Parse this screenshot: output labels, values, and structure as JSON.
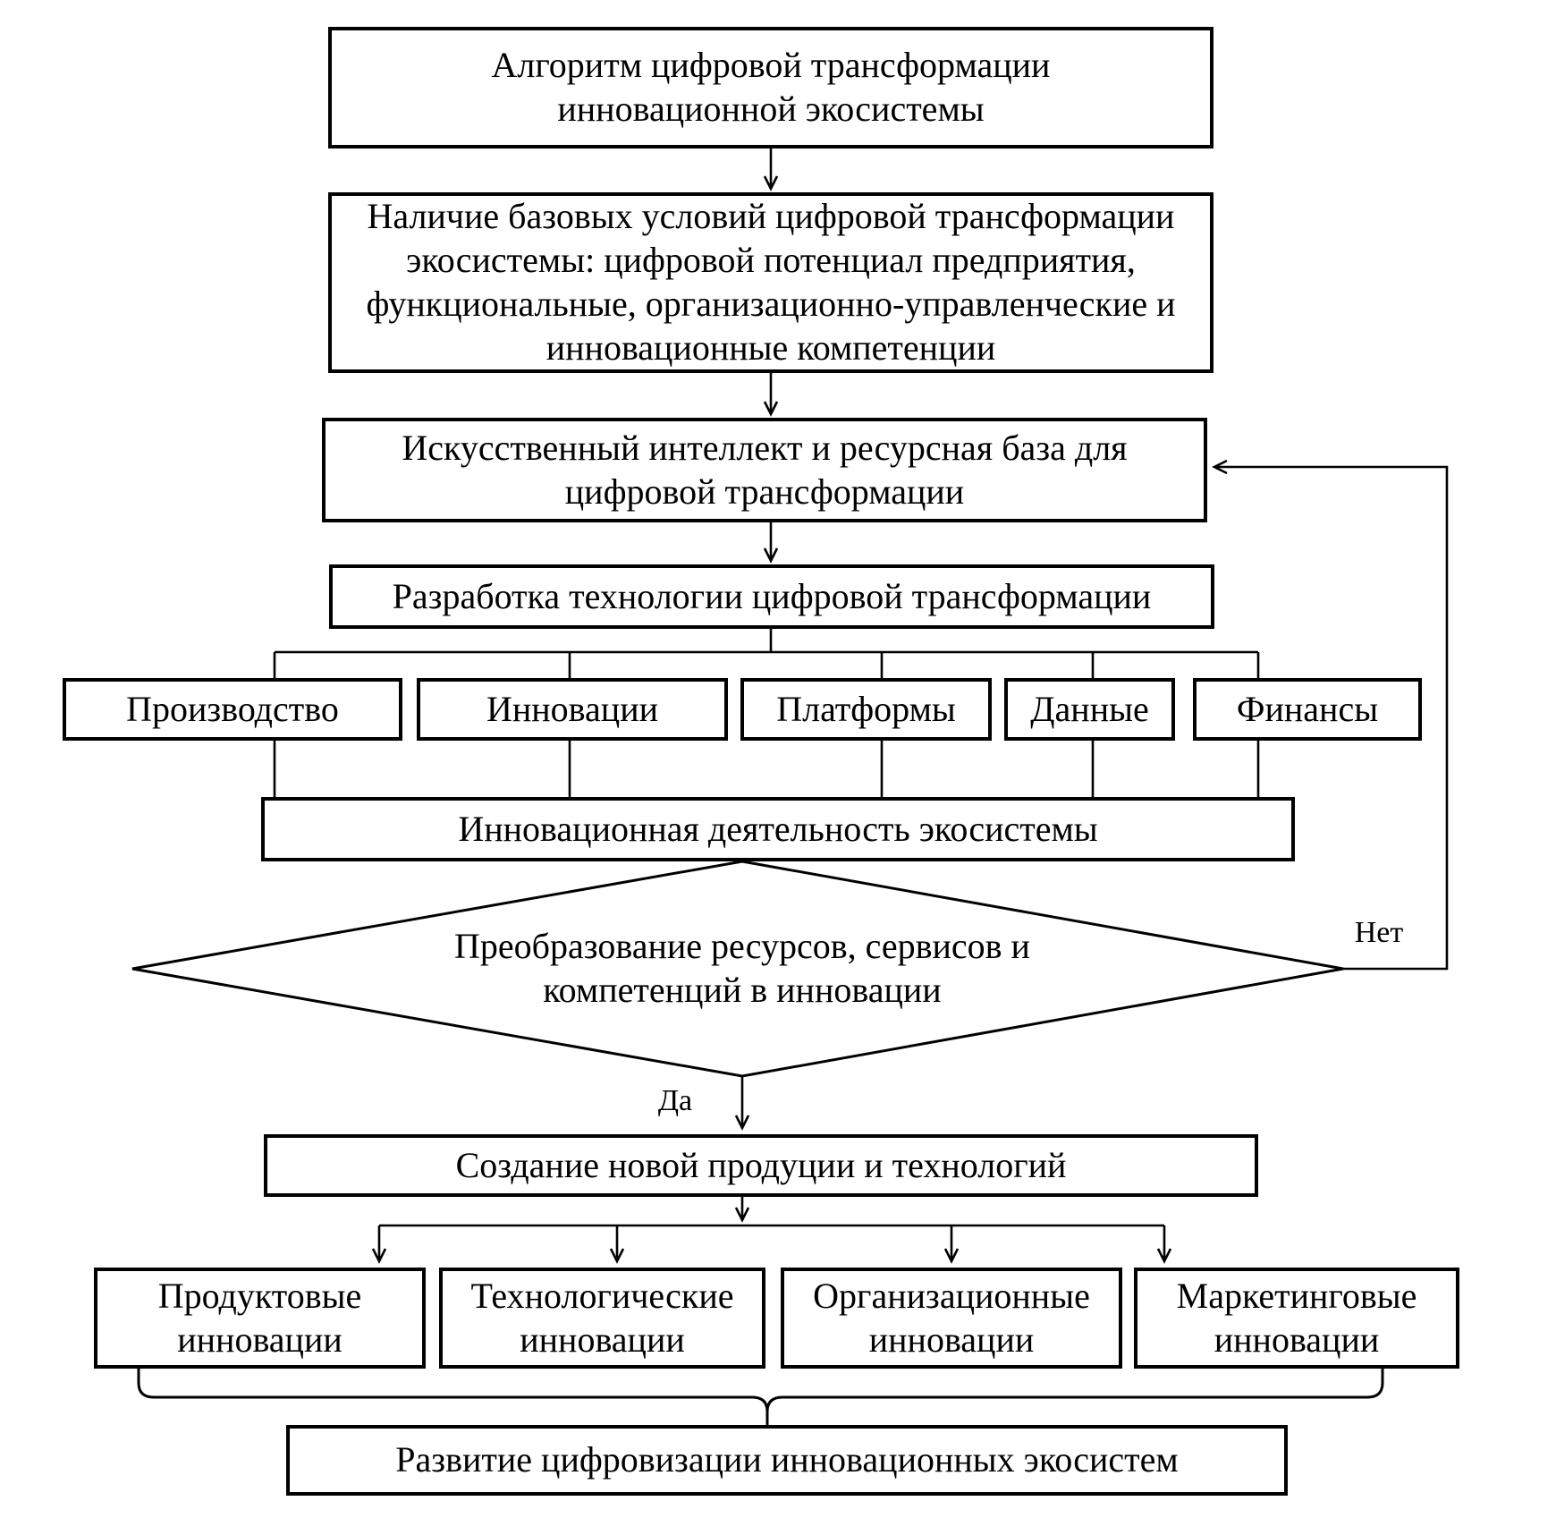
{
  "diagram_title": "Алгоритм цифровой трансформации инновационной экосистемы",
  "nodes": {
    "algorithm": "Алгоритм цифровой трансформации инновационной экосистемы",
    "basic_conditions": "Наличие базовых условий цифровой трансформации экосистемы: цифровой потенциал предприятия, функциональные, организационно-управленческие и инновационные компетенции",
    "ai_resource_base": "Искусственный интеллект и ресурсная база для цифровой трансформации",
    "tech_development": "Разработка технологии цифровой трансформации",
    "production": "Производство",
    "innovation": "Инновации",
    "platforms": "Платформы",
    "data": "Данные",
    "finance": "Финансы",
    "ecosystem_activity": "Инновационная деятельность экосистемы",
    "decision": "Преобразование ресурсов, сервисов и компетенций в инновации",
    "new_products": "Создание новой продуции и технологий",
    "product_innovation": "Продуктовые инновации",
    "tech_innovation": "Технологические инновации",
    "org_innovation": "Организационные инновации",
    "marketing_innovation": "Маркетинговые инновации",
    "digitalization_development": "Развитие цифровизации инновационных экосистем"
  },
  "labels": {
    "yes": "Да",
    "no": "Нет"
  },
  "colors": {
    "line": "#000000",
    "box_border": "#000000",
    "box_fill": "#ffffff",
    "background": "#ffffff"
  }
}
